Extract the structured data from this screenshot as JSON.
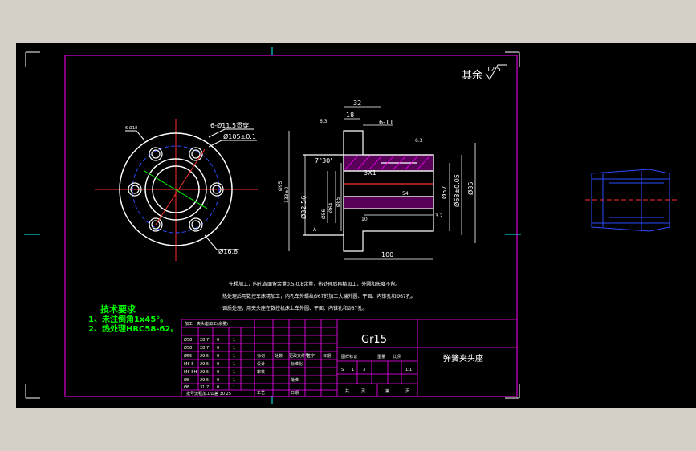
{
  "colors": {
    "background": "#000000",
    "frame": "#ffffff",
    "border": "#ff00ff",
    "part": "#ffffff",
    "dimension": "#ffffff",
    "center_line": "#ff3030",
    "hatch": "#ff00ff",
    "hidden": "#2a4bff",
    "tech_text": "#00ff00",
    "note_text": "#ffffff",
    "cyan": "#00ffff",
    "green": "#00ff00"
  },
  "drawing": {
    "roughness_note": "其余",
    "roughness_value": "12.5",
    "material": "Gr15",
    "part_name": "弹簧夹头座",
    "front_view": {
      "hole_callout": "6-Ø11.5贯穿",
      "diameter_105": "Ø105±0.1",
      "diameter_168": "Ø16.8",
      "small_label": "6-Ø18"
    },
    "section_view": {
      "dim_32": "32",
      "dim_18": "18",
      "dim_6_11": "6-11",
      "thread": "3X1",
      "chamfer": "7°30'",
      "dim_100": "100",
      "dim_10": "10",
      "dim_54": "54",
      "dia_57": "Ø57",
      "dia_68": "Ø68±0.05",
      "dia_85": "Ø85",
      "dia_85_h": "Ø85",
      "dia_64": "Ø64",
      "dia_82": "Ø82.56",
      "dia_56": "Ø56",
      "dia_133": "133±0",
      "dia_95": "Ø95",
      "roughness_a": "6.3",
      "roughness_b": "6.3",
      "roughness_c": "3.2",
      "datum": "A"
    },
    "process_notes": [
      "先粗加工，内孔各面留余量0.5-0.8余量，热处理后再精加工，外圆和长度不留。",
      "热处理后用数控车床精加工，内孔车外螺纹Ø67的加工大端外圆、平面、内锥孔和Ø67孔。",
      "调质处理，用夹头座在数控机床上车外圆、平面、内锥孔和Ø67孔。"
    ],
    "tech_requirements": {
      "title": "技术要求",
      "items": [
        "1、未注倒角1x45°。",
        "2、热处理HRC58-62。"
      ]
    },
    "process_table": {
      "header": "加工一夹头座加工(余量)",
      "rows": [
        [
          "Ø58",
          "28.7",
          "0",
          "1"
        ],
        [
          "Ø58",
          "28.7",
          "0",
          "1"
        ],
        [
          "Ø55",
          "29.5",
          "0",
          "1"
        ],
        [
          "M8-5",
          "29.5",
          "0",
          "1"
        ],
        [
          "M8-5H",
          "29.5",
          "0",
          "1"
        ],
        [
          "Ø8",
          "29.5",
          "0",
          "1"
        ],
        [
          "Ø8",
          "31.7",
          "0",
          "1"
        ]
      ],
      "footer": "批号流程加工公差 30 25"
    },
    "title_block": {
      "labels": [
        "标记",
        "处数",
        "更改文件号",
        "签字",
        "日期",
        "设计",
        "标准化",
        "审核",
        "工艺",
        "批准",
        "日期"
      ],
      "stage_labels": [
        "图样标记",
        "重量",
        "比例"
      ],
      "sheet_labels": [
        "共",
        "页",
        "第",
        "页"
      ],
      "scale_cells": [
        "S",
        "1",
        "3"
      ],
      "ratio": "1:1"
    }
  }
}
